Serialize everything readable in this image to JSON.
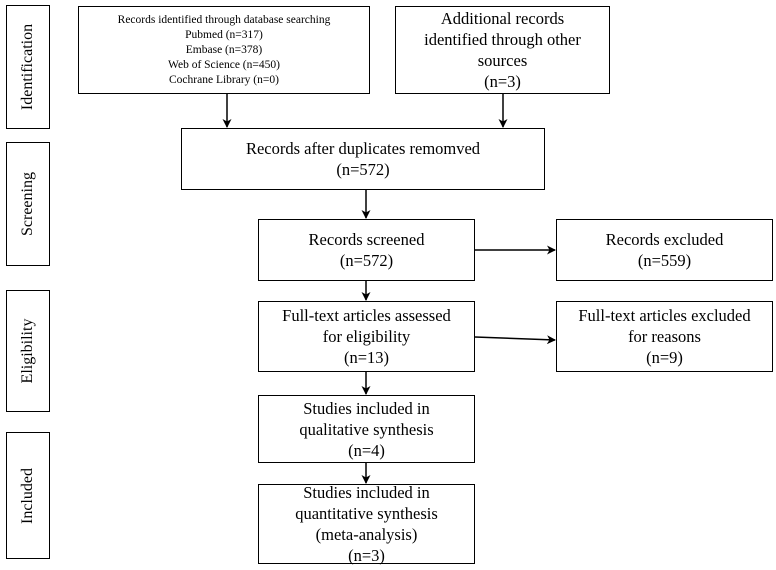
{
  "phases": {
    "identification": "Identification",
    "screening": "Screening",
    "eligibility": "Eligibility",
    "included": "Included"
  },
  "boxes": {
    "database_search": {
      "lines": [
        "Records identified through database searching",
        "Pubmed (n=317)",
        "Embase (n=378)",
        "Web of Science (n=450)",
        "Cochrane Library (n=0)"
      ]
    },
    "other_sources": {
      "lines": [
        "Additional records",
        "identified through other",
        "sources",
        "(n=3)"
      ]
    },
    "duplicates_removed": {
      "lines": [
        "Records after duplicates remomved",
        "(n=572)"
      ]
    },
    "records_screened": {
      "lines": [
        "Records screened",
        "(n=572)"
      ]
    },
    "records_excluded": {
      "lines": [
        "Records excluded",
        "(n=559)"
      ]
    },
    "fulltext_assessed": {
      "lines": [
        "Full-text articles assessed",
        "for eligibility",
        "(n=13)"
      ]
    },
    "fulltext_excluded": {
      "lines": [
        "Full-text articles excluded",
        "for reasons",
        "(n=9)"
      ]
    },
    "qualitative": {
      "lines": [
        "Studies included in",
        "qualitative synthesis",
        "(n=4)"
      ]
    },
    "quantitative": {
      "lines": [
        "Studies included in",
        "quantitative synthesis",
        "(meta-analysis)",
        "(n=3)"
      ]
    }
  }
}
